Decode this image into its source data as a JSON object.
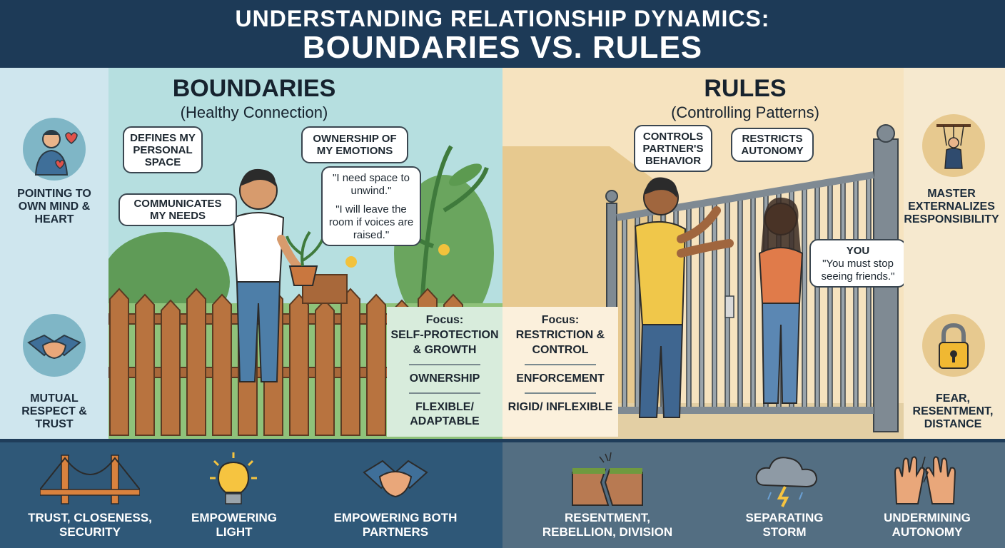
{
  "header": {
    "line1": "UNDERSTANDING RELATIONSHIP DYNAMICS:",
    "line2": "BOUNDARIES VS. RULES"
  },
  "boundaries": {
    "title": "BOUNDARIES",
    "subtitle": "(Healthy Connection)",
    "bubbles": {
      "defines": "DEFINES MY PERSONAL SPACE",
      "ownership": "OWNERSHIP OF MY EMOTIONS",
      "communicates": "COMMUNICATES MY NEEDS",
      "quote1": "\"I need space to unwind.\"",
      "quote2": "\"I will leave the room if voices are raised.\""
    },
    "focus": {
      "title1": "Focus:",
      "title2": "SELF-PROTECTION & GROWTH",
      "item1": "OWNERSHIP",
      "item2": "FLEXIBLE/ ADAPTABLE"
    }
  },
  "rules": {
    "title": "RULES",
    "subtitle": "(Controlling Patterns)",
    "bubbles": {
      "controls": "CONTROLS PARTNER'S BEHAVIOR",
      "restricts": "RESTRICTS AUTONOMY",
      "you_label": "YOU",
      "you_quote": "\"You must stop seeing friends.\""
    },
    "focus": {
      "title1": "Focus:",
      "title2": "RESTRICTION & CONTROL",
      "item1": "ENFORCEMENT",
      "item2": "RIGID/ INFLEXIBLE"
    }
  },
  "left_side": {
    "top_caption": "POINTING TO OWN MIND & HEART",
    "bottom_caption": "MUTUAL RESPECT & TRUST"
  },
  "right_side": {
    "top_caption": "MASTER EXTERNALIZES RESPONSIBILITY",
    "bottom_caption": "FEAR, RESENTMENT, DISTANCE"
  },
  "footer": {
    "items": [
      {
        "label": "TRUST, CLOSENESS, SECURITY",
        "icon": "bridge-icon"
      },
      {
        "label": "EMPOWERING LIGHT",
        "icon": "lightbulb-icon"
      },
      {
        "label": "EMPOWERING BOTH PARTNERS",
        "icon": "handshake-icon"
      },
      {
        "label": "RESENTMENT, REBELLION, DIVISION",
        "icon": "cracked-wall-icon"
      },
      {
        "label": "SEPARATING STORM",
        "icon": "storm-cloud-icon"
      },
      {
        "label": "UNDERMINING AUTONOMY",
        "icon": "open-hands-icon"
      }
    ]
  },
  "colors": {
    "header_bg": "#1d3a57",
    "boundaries_bg": "#b6dfe0",
    "rules_bg": "#f6e3bf",
    "footer_left": "#2f5878",
    "footer_right": "#536e82"
  }
}
